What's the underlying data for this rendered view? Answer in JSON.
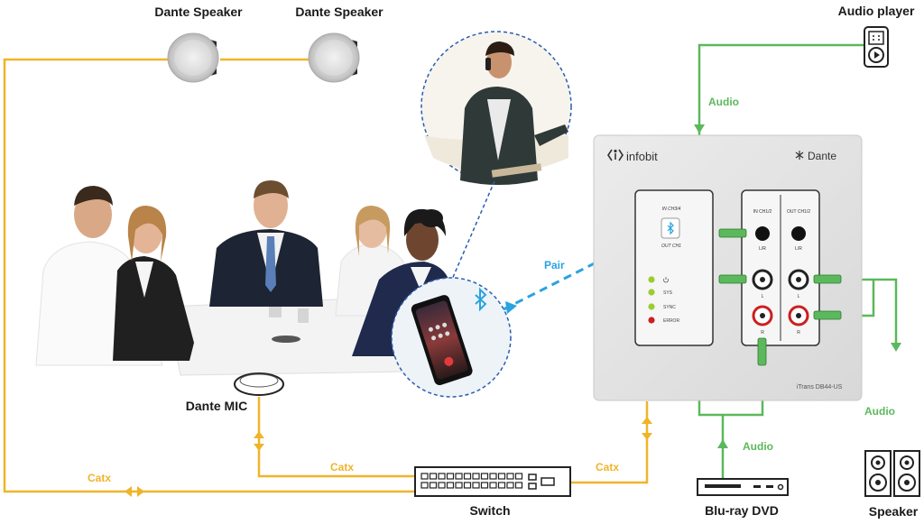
{
  "devices": {
    "speaker_left_label": "Dante Speaker",
    "speaker_right_label": "Dante Speaker",
    "audio_player_label": "Audio player",
    "mic_label": "Dante MIC",
    "switch_label": "Switch",
    "bluray_label": "Blu-ray DVD",
    "speaker_out_label": "Speaker"
  },
  "cables": {
    "audio_player": "Audio",
    "bluray": "Audio",
    "speaker": "Audio",
    "catx_left": "Catx",
    "catx_mid": "Catx",
    "catx_right": "Catx",
    "pair": "Pair"
  },
  "panel": {
    "brand": "infobit",
    "dante": "Dante",
    "model": "iTrans DB44-US",
    "in_ch34": "IN CH3/4",
    "out_ch1": "OUT CH1",
    "in_ch12": "IN CH1/2",
    "out_ch12": "OUT CH1/2",
    "lr_left": "L/R",
    "lr_right": "L/R",
    "l_left": "L",
    "r_left": "R",
    "l_right": "L",
    "r_right": "R",
    "led_sys": "SYS",
    "led_sync": "SYNC",
    "led_error": "ERROR"
  },
  "colors": {
    "catx": "#f0b429",
    "audio": "#5cb85c",
    "pair": "#2aa3df",
    "led_green": "#9acd32",
    "led_red": "#cc1f1f"
  }
}
